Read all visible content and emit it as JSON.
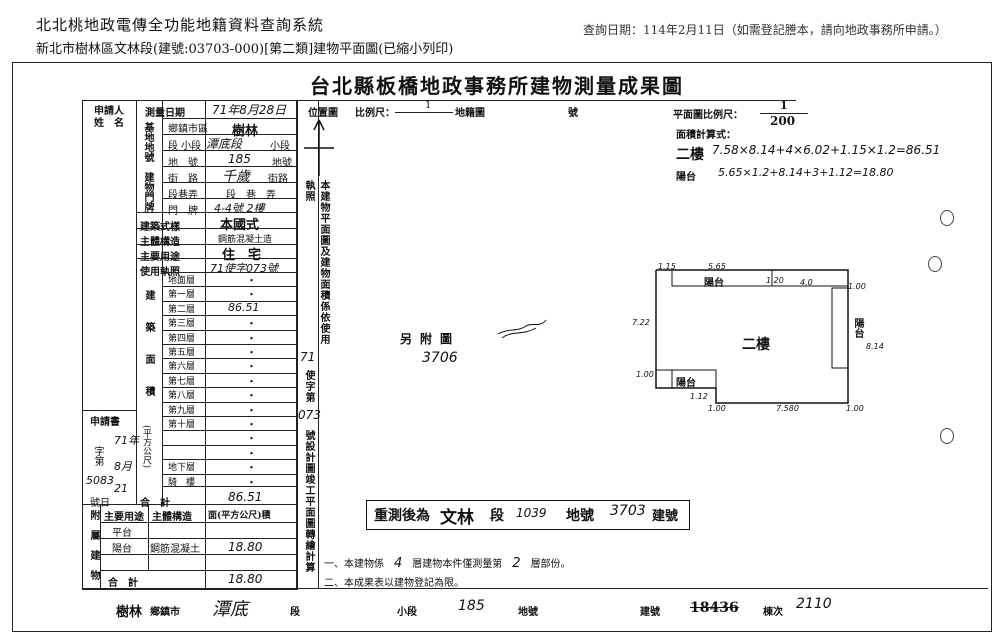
{
  "header": {
    "title": "北北桃地政電傳全功能地籍資料查詢系統",
    "subtitle": "新北市樹林區文林段(建號:03703-000)[第二類]建物平面圖(已縮小列印)",
    "query_date": "查詢日期：114年2月11日（如需登記謄本，請向地政事務所申請。）"
  },
  "document": {
    "title": "台北縣板橋地政事務所建物測量成果圖",
    "applicant_label": "申請人",
    "name_label": "姓　名",
    "survey_date_label": "測量日期",
    "survey_date_value": "71年8月28日",
    "site_plan_label": "位置圖",
    "scale_label": "比例尺：",
    "scale_value": "1",
    "land_no_label": "地籍圖",
    "no_label": "號",
    "plan_scale_label": "平面圖比例尺：",
    "plan_scale_num": "1",
    "plan_scale_den": "200",
    "area_formula_label": "面積計算式：",
    "formula_floor2_label": "二樓",
    "formula_floor2": "7.58×8.14+4×6.02+1.15×1.2=86.51",
    "formula_balcony_label": "陽台",
    "formula_balcony": "5.65×1.2+8.14+3+1.12=18.80",
    "attached_label": "另附圖",
    "attached_value": "3706",
    "floor_label": "二樓",
    "balcony_label": "陽台",
    "balcony_side_label": "陽台",
    "dims": [
      "1.15",
      "5.65",
      "1.20",
      "4.0",
      "1.00",
      "7.22",
      "8.14",
      "1.00",
      "1.12",
      "1.00",
      "7.580",
      "1.00"
    ]
  },
  "left_table": {
    "base_label": "基地地號",
    "door_label": "建物門牌",
    "county_label": "鄉鎮市區",
    "county_value": "樹林",
    "section_label": "段 小段",
    "section_value": "潭底段",
    "sub_section_label": "小段",
    "land_no_label": "地　號",
    "land_no_value": "185",
    "land_label": "地號",
    "street_label": "街　路",
    "street_value": "千歲",
    "street_suffix": "街路",
    "lane_label": "段巷弄",
    "lane_value": "段　巷　弄",
    "number_label": "門　牌",
    "number_value": "4-4號 2樓",
    "style_label": "建築式樣",
    "style_value": "本國式",
    "structure_label": "主體構造",
    "structure_value": "鋼筋混凝土造",
    "usage_label": "主要用途",
    "usage_value": "住　宅",
    "permit_label": "使用執照",
    "permit_value": "71使字073號",
    "area_label": "建築面積",
    "area_unit": "(平方公尺)",
    "floors": [
      {
        "name": "地面層",
        "value": "・"
      },
      {
        "name": "第一層",
        "value": "・"
      },
      {
        "name": "第二層",
        "value": "86.51"
      },
      {
        "name": "第三層",
        "value": "・"
      },
      {
        "name": "第四層",
        "value": "・"
      },
      {
        "name": "第五層",
        "value": "・"
      },
      {
        "name": "第六層",
        "value": "・"
      },
      {
        "name": "第七層",
        "value": "・"
      },
      {
        "name": "第八層",
        "value": "・"
      },
      {
        "name": "第九層",
        "value": "・"
      },
      {
        "name": "第十層",
        "value": "・"
      },
      {
        "name": "",
        "value": "・"
      },
      {
        "name": "",
        "value": "・"
      },
      {
        "name": "地下層",
        "value": "・"
      },
      {
        "name": "騎　樓",
        "value": "・"
      }
    ],
    "total_label": "合　計",
    "total_value": "86.51",
    "app_label": "申請書",
    "app_year": "71年",
    "app_word": "字第",
    "app_month": "8月",
    "app_num": "5083",
    "app_day": "21",
    "app_no_label": "號日",
    "annex_label": "附屬建物",
    "annex_use_label": "主要用途",
    "annex_struct_label": "主體構造",
    "annex_area_label": "面(平方公尺)積",
    "annex_rows": [
      {
        "use": "平台",
        "struct": "",
        "area": ""
      },
      {
        "use": "陽台",
        "struct": "鋼筋混凝土",
        "area": "18.80"
      },
      {
        "use": "",
        "struct": "",
        "area": ""
      }
    ],
    "annex_total_label": "合　計",
    "annex_total_value": "18.80"
  },
  "mid_column": {
    "text1": "本建物平面圖及建物面積係依使用執照",
    "permit_year": "71",
    "text2": "使字第",
    "permit_no": "073",
    "text3": "號設計圖竣工平面圖轉繪計算"
  },
  "stamp": {
    "prefix": "重測後為",
    "section": "文林",
    "section_label": "段",
    "land_no": "1039",
    "land_label": "地號",
    "bldg_no": "3703",
    "bldg_label": "建號"
  },
  "notes": {
    "n1_prefix": "一、本建物係",
    "n1_floors": "4",
    "n1_mid": "層建物本件僅測量第",
    "n1_floor": "2",
    "n1_suffix": "層部份。",
    "n2": "二、本成果表以建物登記為限。"
  },
  "footer": {
    "town": "樹林",
    "town_label": "鄉鎮市",
    "section": "潭底",
    "section_label": "段",
    "sub_label": "小段",
    "land_no": "185",
    "land_label": "地號",
    "bldg_label": "建號",
    "bldg_value": "18436",
    "seq_label": "棟次",
    "seq_value": "2110"
  }
}
